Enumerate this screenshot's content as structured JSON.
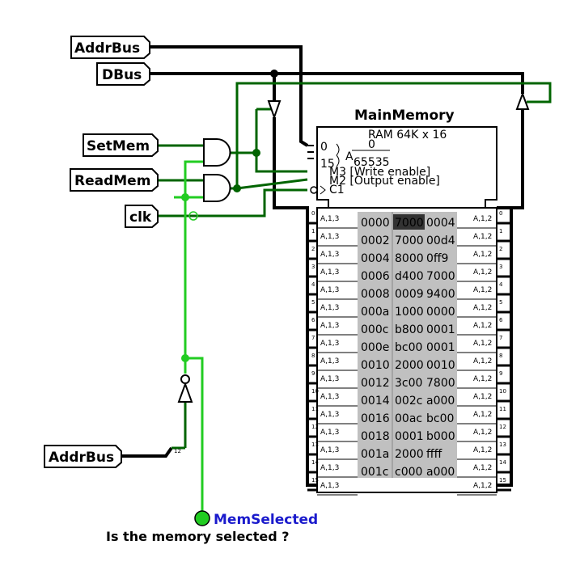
{
  "pins": {
    "addrbus_top": "AddrBus",
    "dbus": "DBus",
    "setmem": "SetMem",
    "readmem": "ReadMem",
    "clk": "clk",
    "addrbus_bottom": "AddrBus",
    "memselected": "MemSelected"
  },
  "caption": "Is the memory selected ?",
  "memory": {
    "title": "MainMemory",
    "type": "RAM 64K x 16",
    "addr_min": "0",
    "addr_max": "65535",
    "addr_symbol": "A",
    "bit_low": "0",
    "bit_high": "15",
    "ctrl_write": "M3 [Write enable]",
    "ctrl_output": "M2 [Output enable]",
    "ctrl_clock": "C1",
    "left_pin_label": "A,1,3",
    "right_pin_label": "A,1,2",
    "bit_numbers": [
      "0",
      "1",
      "2",
      "3",
      "4",
      "5",
      "6",
      "7",
      "8",
      "9",
      "10",
      "11",
      "12",
      "13",
      "14",
      "15"
    ],
    "rows": [
      {
        "addr": "0000",
        "v1": "7000",
        "v2": "0004"
      },
      {
        "addr": "0002",
        "v1": "7000",
        "v2": "00d4"
      },
      {
        "addr": "0004",
        "v1": "8000",
        "v2": "0ff9"
      },
      {
        "addr": "0006",
        "v1": "d400",
        "v2": "7000"
      },
      {
        "addr": "0008",
        "v1": "0009",
        "v2": "9400"
      },
      {
        "addr": "000a",
        "v1": "1000",
        "v2": "0000"
      },
      {
        "addr": "000c",
        "v1": "b800",
        "v2": "0001"
      },
      {
        "addr": "000e",
        "v1": "bc00",
        "v2": "0001"
      },
      {
        "addr": "0010",
        "v1": "2000",
        "v2": "0010"
      },
      {
        "addr": "0012",
        "v1": "3c00",
        "v2": "7800"
      },
      {
        "addr": "0014",
        "v1": "002c",
        "v2": "a000"
      },
      {
        "addr": "0016",
        "v1": "00ac",
        "v2": "bc00"
      },
      {
        "addr": "0018",
        "v1": "0001",
        "v2": "b000"
      },
      {
        "addr": "001a",
        "v1": "2000",
        "v2": "ffff"
      },
      {
        "addr": "001c",
        "v1": "c000",
        "v2": "a000"
      }
    ]
  },
  "bottom_bus_bit": "12",
  "colors": {
    "wire_on": "#22cc22",
    "wire_off": "#006400",
    "bus": "#000000",
    "cell_bg": "#c0c0c0",
    "highlight_bg": "#333333"
  }
}
